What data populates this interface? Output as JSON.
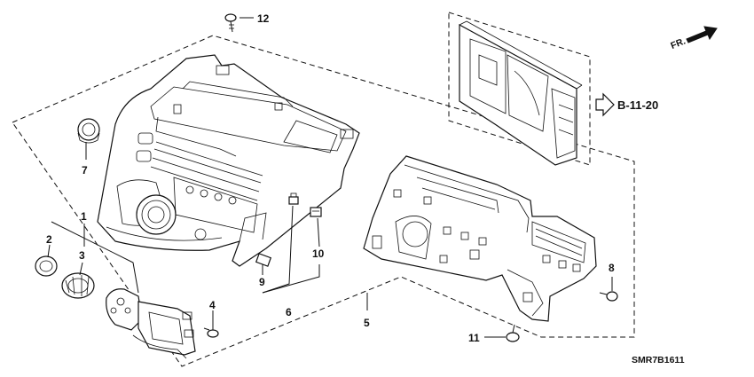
{
  "diagram": {
    "front_indicator": "FR.",
    "reference": "B-11-20",
    "diagram_code": "SMR7B1611",
    "callouts": [
      {
        "id": "p1",
        "label": "1",
        "part": "audio-knob-assembly"
      },
      {
        "id": "p2",
        "label": "2",
        "part": "knob-ring"
      },
      {
        "id": "p3",
        "label": "3",
        "part": "knob"
      },
      {
        "id": "p4",
        "label": "4",
        "part": "screw"
      },
      {
        "id": "p5",
        "label": "5",
        "part": "audio-unit-chassis"
      },
      {
        "id": "p6",
        "label": "6",
        "part": "clip"
      },
      {
        "id": "p7",
        "label": "7",
        "part": "knob"
      },
      {
        "id": "p8",
        "label": "8",
        "part": "screw"
      },
      {
        "id": "p9",
        "label": "9",
        "part": "clip"
      },
      {
        "id": "p10",
        "label": "10",
        "part": "clip"
      },
      {
        "id": "p11",
        "label": "11",
        "part": "screw"
      },
      {
        "id": "p12",
        "label": "12",
        "part": "screw"
      }
    ]
  }
}
